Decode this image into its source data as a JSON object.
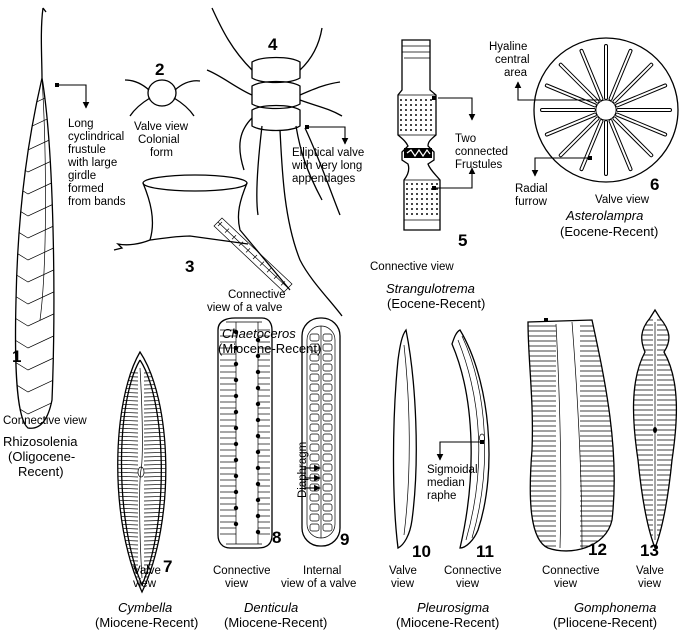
{
  "numbers": {
    "n1": "1",
    "n2": "2",
    "n3": "3",
    "n4": "4",
    "n5": "5",
    "n6": "6",
    "n7": "7",
    "n8": "8",
    "n9": "9",
    "n10": "10",
    "n11": "11",
    "n12": "12",
    "n13": "13"
  },
  "rhizosolenia": {
    "note": [
      "Long",
      "cyclindrical",
      "frustule",
      "with large",
      "girdle",
      "formed",
      "from bands"
    ],
    "view": "Connective view",
    "name": "Rhizosolenia",
    "age": [
      "(Oligocene-",
      "Recent)"
    ]
  },
  "chaetoceros": {
    "valve_view": [
      "Valve view",
      "Colonial",
      "form"
    ],
    "appendages": [
      "Elliptical valve",
      "with very long",
      "appendages"
    ],
    "connective": [
      "Connective",
      "view of a valve"
    ],
    "name": "Chaetoceros",
    "age": "(Miocene-Recent)"
  },
  "strangulotrema": {
    "note": [
      "Two",
      "connected",
      "Frustules"
    ],
    "view": "Connective view",
    "name": "Strangulotrema",
    "age": "(Eocene-Recent)"
  },
  "asterolampra": {
    "hyaline": [
      "Hyaline",
      "central",
      "area"
    ],
    "furrow": [
      "Radial",
      "furrow"
    ],
    "view": "Valve view",
    "name": "Asterolampra",
    "age": "(Eocene-Recent)"
  },
  "cymbella": {
    "view": [
      "Valve",
      "view"
    ],
    "name": "Cymbella",
    "age": "(Miocene-Recent)"
  },
  "denticula": {
    "diaphragm": "Diaphragm",
    "connective": [
      "Connective",
      "view"
    ],
    "internal": [
      "Internal",
      "view of a valve"
    ],
    "name": "Denticula",
    "age": "(Miocene-Recent)"
  },
  "pleurosigma": {
    "raphe": [
      "Sigmoidal",
      "median",
      "raphe"
    ],
    "valve": [
      "Valve",
      "view"
    ],
    "connective": [
      "Connective",
      "view"
    ],
    "name": "Pleurosigma",
    "age": "(Miocene-Recent)"
  },
  "gomphonema": {
    "connective": [
      "Connective",
      "view"
    ],
    "valve": [
      "Valve",
      "view"
    ],
    "name": "Gomphonema",
    "age": "(Pliocene-Recent)"
  }
}
